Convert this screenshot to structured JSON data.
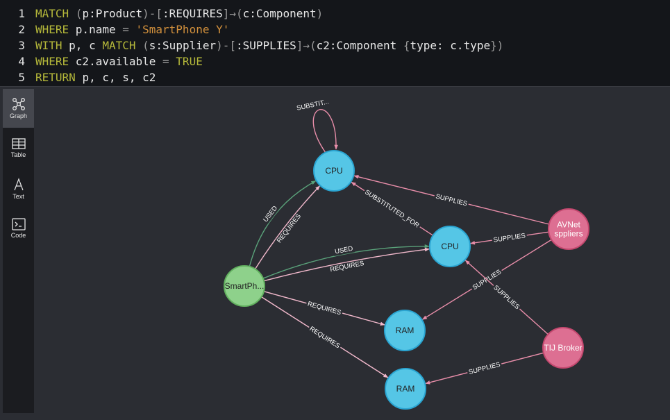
{
  "editor": {
    "lines": [
      {
        "num": "1",
        "tokens": [
          {
            "t": "MATCH ",
            "c": "kw"
          },
          {
            "t": "(",
            "c": "punc"
          },
          {
            "t": "p:Product",
            "c": "plain"
          },
          {
            "t": ")-[",
            "c": "punc"
          },
          {
            "t": ":REQUIRES",
            "c": "plain"
          },
          {
            "t": "]→(",
            "c": "punc"
          },
          {
            "t": "c:Component",
            "c": "plain"
          },
          {
            "t": ")",
            "c": "punc"
          }
        ]
      },
      {
        "num": "2",
        "tokens": [
          {
            "t": "WHERE ",
            "c": "kw"
          },
          {
            "t": "p.name ",
            "c": "plain"
          },
          {
            "t": "= ",
            "c": "punc"
          },
          {
            "t": "'SmartPhone Y'",
            "c": "str"
          }
        ]
      },
      {
        "num": "3",
        "tokens": [
          {
            "t": "WITH ",
            "c": "kw"
          },
          {
            "t": "p, c ",
            "c": "plain"
          },
          {
            "t": "MATCH ",
            "c": "kw"
          },
          {
            "t": "(",
            "c": "punc"
          },
          {
            "t": "s:Supplier",
            "c": "plain"
          },
          {
            "t": ")-[",
            "c": "punc"
          },
          {
            "t": ":SUPPLIES",
            "c": "plain"
          },
          {
            "t": "]→(",
            "c": "punc"
          },
          {
            "t": "c2:Component ",
            "c": "plain"
          },
          {
            "t": "{",
            "c": "punc"
          },
          {
            "t": "type: c.type",
            "c": "plain"
          },
          {
            "t": "})",
            "c": "punc"
          }
        ]
      },
      {
        "num": "4",
        "tokens": [
          {
            "t": "WHERE ",
            "c": "kw"
          },
          {
            "t": "c2.available ",
            "c": "plain"
          },
          {
            "t": "= ",
            "c": "punc"
          },
          {
            "t": "TRUE",
            "c": "kw"
          }
        ]
      },
      {
        "num": "5",
        "tokens": [
          {
            "t": "RETURN ",
            "c": "kw"
          },
          {
            "t": "p, c, s, c2",
            "c": "plain"
          }
        ]
      }
    ]
  },
  "sidebar": {
    "items": [
      {
        "label": "Graph",
        "icon": "graph-icon",
        "active": true
      },
      {
        "label": "Table",
        "icon": "table-icon",
        "active": false
      },
      {
        "label": "Text",
        "icon": "text-icon",
        "active": false
      },
      {
        "label": "Code",
        "icon": "code-icon",
        "active": false
      }
    ]
  },
  "graph": {
    "colors": {
      "product": "#8ed18b",
      "productStroke": "#62b05f",
      "component": "#55c6e6",
      "componentStroke": "#2aa5d2",
      "supplier": "#dd6f92",
      "supplierStroke": "#c4486f",
      "edgePink": "#e98eaa",
      "edgeGreen": "#5aa27a",
      "edgeLight": "#f2b9cc"
    },
    "nodes": [
      {
        "id": "cpu1",
        "label": "CPU",
        "kind": "component"
      },
      {
        "id": "cpu2",
        "label": "CPU",
        "kind": "component"
      },
      {
        "id": "sp",
        "label": "SmartPh...",
        "kind": "product"
      },
      {
        "id": "ram1",
        "label": "RAM",
        "kind": "component"
      },
      {
        "id": "ram2",
        "label": "RAM",
        "kind": "component"
      },
      {
        "id": "avnet",
        "label": "AVNet\nsppliers",
        "kind": "supplier"
      },
      {
        "id": "tij",
        "label": "TIJ Broker",
        "kind": "supplier"
      }
    ],
    "edges": [
      {
        "id": "e1",
        "label": "SUBSTIT...",
        "from": "cpu1",
        "to": "cpu1",
        "color": "edgePink"
      },
      {
        "id": "e2",
        "label": "USED",
        "from": "sp",
        "to": "cpu1",
        "color": "edgeGreen"
      },
      {
        "id": "e3",
        "label": "REQUIRES",
        "from": "sp",
        "to": "cpu1",
        "color": "edgeLight"
      },
      {
        "id": "e4",
        "label": "SUPPLIES",
        "from": "avnet",
        "to": "cpu1",
        "color": "edgePink"
      },
      {
        "id": "e5",
        "label": "SUBSTITUTED_FOR",
        "from": "cpu2",
        "to": "cpu1",
        "color": "edgePink"
      },
      {
        "id": "e6",
        "label": "SUPPLIES",
        "from": "avnet",
        "to": "cpu2",
        "color": "edgePink"
      },
      {
        "id": "e7",
        "label": "USED",
        "from": "sp",
        "to": "cpu2",
        "color": "edgeGreen"
      },
      {
        "id": "e8",
        "label": "REQUIRES",
        "from": "sp",
        "to": "cpu2",
        "color": "edgeLight"
      },
      {
        "id": "e9",
        "label": "SUPPLIES",
        "from": "avnet",
        "to": "ram1",
        "color": "edgePink"
      },
      {
        "id": "e10",
        "label": "SUPPLIES",
        "from": "tij",
        "to": "cpu2",
        "color": "edgePink"
      },
      {
        "id": "e11",
        "label": "REQUIRES",
        "from": "sp",
        "to": "ram1",
        "color": "edgeLight"
      },
      {
        "id": "e12",
        "label": "REQUIRES",
        "from": "sp",
        "to": "ram2",
        "color": "edgeLight"
      },
      {
        "id": "e13",
        "label": "SUPPLIES",
        "from": "tij",
        "to": "ram2",
        "color": "edgePink"
      }
    ]
  }
}
